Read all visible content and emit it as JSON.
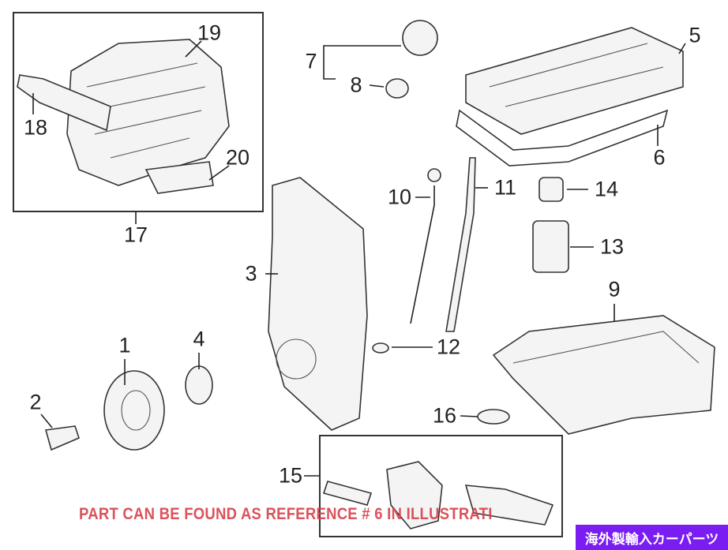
{
  "callouts": {
    "c1": "1",
    "c2": "2",
    "c3": "3",
    "c4": "4",
    "c5": "5",
    "c6": "6",
    "c7": "7",
    "c8": "8",
    "c9": "9",
    "c10": "10",
    "c11": "11",
    "c12": "12",
    "c13": "13",
    "c14": "14",
    "c15": "15",
    "c16": "16",
    "c17": "17",
    "c18": "18",
    "c19": "19",
    "c20": "20"
  },
  "note": "PART CAN BE FOUND AS REFERENCE # 6 IN ILLUSTRATI",
  "badge": "海外製輸入カーパーツ",
  "colors": {
    "note": "#d8404a",
    "badge": "#7a1df2"
  }
}
